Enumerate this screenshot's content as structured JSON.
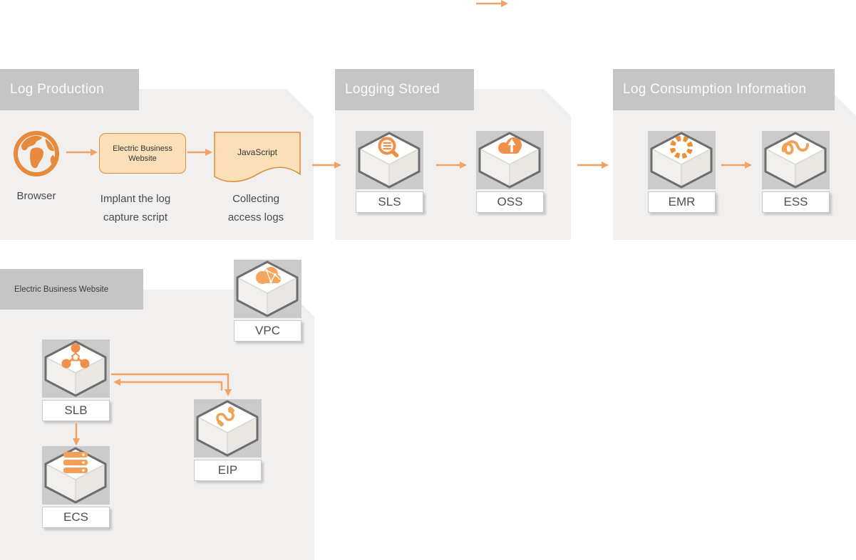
{
  "sections": {
    "log_production": {
      "title": "Log Production"
    },
    "logging_stored": {
      "title": "Logging Stored"
    },
    "log_consumption": {
      "title": "Log Consumption Information"
    },
    "electric_business_website": {
      "title": "Electric Business Website"
    }
  },
  "log_production": {
    "browser_label": "Browser",
    "website_box_label": "Electric Business Website",
    "script_doc_label": "JavaScript",
    "caption_implant": "Implant the log capture script",
    "caption_collect": "Collecting access logs"
  },
  "nodes": {
    "sls": {
      "label": "SLS",
      "icon": "log-search-icon"
    },
    "oss": {
      "label": "OSS",
      "icon": "cloud-upload-icon"
    },
    "emr": {
      "label": "EMR",
      "icon": "segmented-ring-icon"
    },
    "ess": {
      "label": "ESS",
      "icon": "elastic-coil-icon"
    },
    "vpc": {
      "label": "VPC",
      "icon": "cloud-network-icon"
    },
    "slb": {
      "label": "SLB",
      "icon": "load-balancer-icon"
    },
    "eip": {
      "label": "EIP",
      "icon": "cable-plug-icon"
    },
    "ecs": {
      "label": "ECS",
      "icon": "server-stack-icon"
    }
  },
  "connections": [
    "Browser -> Electric Business Website",
    "Electric Business Website -> JavaScript",
    "JavaScript -> SLS",
    "SLS -> OSS",
    "OSS -> EMR",
    "EMR -> ESS",
    "SLB -> EIP",
    "EIP -> SLB",
    "SLB -> ECS"
  ],
  "colors": {
    "icon_orange": "#F0914B",
    "arrow_orange": "#F2A262",
    "panel_gray": "#F1F0EF",
    "header_gray": "#C6C5C5",
    "plate_gray": "#CCCBCB",
    "shape_fill": "#FADFB8",
    "shape_border": "#DC8F41"
  }
}
